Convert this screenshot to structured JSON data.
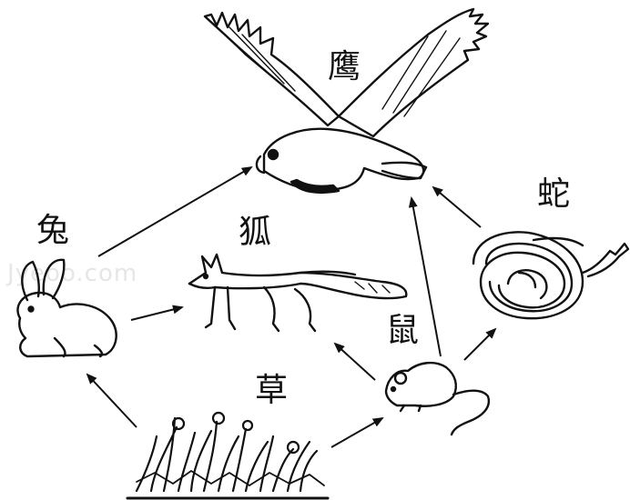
{
  "labels": {
    "hawk": "鹰",
    "rabbit": "兔",
    "fox": "狐",
    "snake": "蛇",
    "mouse": "鼠",
    "grass": "草"
  },
  "watermark": "Jyeoo.com",
  "colors": {
    "ink": "#111111",
    "background": "#ffffff"
  },
  "arrows": [
    {
      "from": "grass",
      "to": "rabbit"
    },
    {
      "from": "grass",
      "to": "mouse"
    },
    {
      "from": "rabbit",
      "to": "fox"
    },
    {
      "from": "rabbit",
      "to": "hawk"
    },
    {
      "from": "mouse",
      "to": "fox"
    },
    {
      "from": "mouse",
      "to": "snake"
    },
    {
      "from": "mouse",
      "to": "hawk"
    },
    {
      "from": "snake",
      "to": "hawk"
    }
  ]
}
